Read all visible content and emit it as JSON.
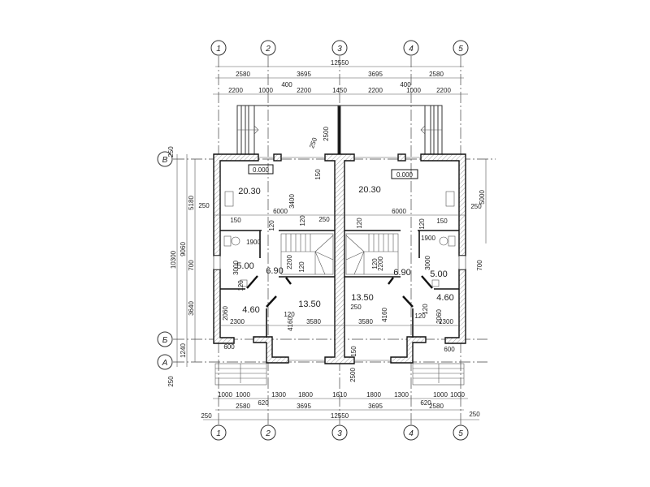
{
  "drawing": {
    "axes": {
      "columns": [
        "1",
        "2",
        "3",
        "4",
        "5"
      ],
      "rows": [
        "В",
        "Б",
        "А"
      ]
    },
    "dims_top": {
      "overall": "12550",
      "axis": [
        "2580",
        "3695",
        "3695",
        "2580"
      ],
      "detail": [
        "2200",
        "1000",
        "400",
        "2200",
        "1450",
        "2200",
        "400",
        "1000",
        "2200"
      ]
    },
    "dims_bottom": {
      "detail": [
        "1000",
        "1000",
        "620",
        "1300",
        "1800",
        "1610",
        "1800",
        "1300",
        "620",
        "1000",
        "1000"
      ],
      "axis": [
        "2580",
        "3695",
        "3695",
        "2580"
      ],
      "overall": "12550",
      "edge": [
        "250",
        "250"
      ]
    },
    "dims_left": [
      "250",
      "10300",
      "9060",
      "5180",
      "700",
      "3640",
      "1240",
      "250"
    ],
    "dims_right": [
      "5000",
      "700"
    ],
    "elevations": [
      "0.000",
      "0.000"
    ],
    "rooms_left": [
      "20.30",
      "5.00",
      "6.90",
      "4.60",
      "13.50"
    ],
    "rooms_right": [
      "20.30",
      "6.90",
      "5.00",
      "4.60",
      "13.50"
    ],
    "interior": [
      "6000",
      "250",
      "150",
      "120",
      "1900",
      "3000",
      "120",
      "2060",
      "2300",
      "120",
      "4160",
      "3580",
      "3400",
      "150",
      "2200",
      "120",
      "250",
      "120",
      "250",
      "2500",
      "600",
      "6000",
      "120",
      "120",
      "150",
      "1900",
      "3000",
      "120",
      "2060",
      "2300",
      "120",
      "4160",
      "3580",
      "250",
      "120",
      "2200",
      "600",
      "150",
      "2500",
      "250"
    ]
  }
}
